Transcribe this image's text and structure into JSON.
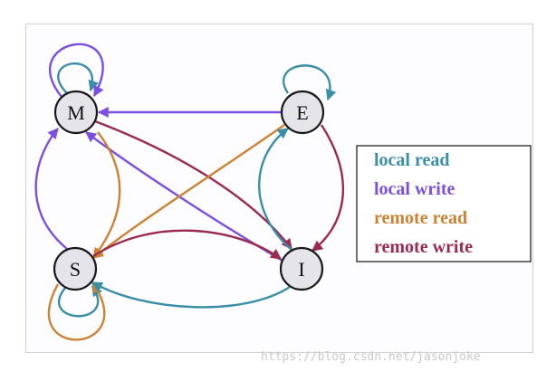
{
  "diagram": {
    "nodes": [
      {
        "id": "M",
        "label": "M"
      },
      {
        "id": "E",
        "label": "E"
      },
      {
        "id": "S",
        "label": "S"
      },
      {
        "id": "I",
        "label": "I"
      }
    ],
    "colors": {
      "local_read": "#3a8ea8",
      "local_write": "#7b4fe0",
      "remote_read": "#cc8233",
      "remote_write": "#9a2a52",
      "node_fill": "#e4e4ea",
      "node_stroke": "#1a1a1a"
    },
    "edges": [
      {
        "from": "M",
        "to": "M",
        "type": "local_read"
      },
      {
        "from": "M",
        "to": "M",
        "type": "local_write"
      },
      {
        "from": "E",
        "to": "E",
        "type": "local_read"
      },
      {
        "from": "S",
        "to": "S",
        "type": "local_read"
      },
      {
        "from": "S",
        "to": "S",
        "type": "remote_read"
      },
      {
        "from": "E",
        "to": "M",
        "type": "local_write"
      },
      {
        "from": "S",
        "to": "M",
        "type": "local_write"
      },
      {
        "from": "I",
        "to": "M",
        "type": "local_write"
      },
      {
        "from": "M",
        "to": "I",
        "type": "remote_write"
      },
      {
        "from": "M",
        "to": "S",
        "type": "remote_read"
      },
      {
        "from": "E",
        "to": "S",
        "type": "remote_read"
      },
      {
        "from": "E",
        "to": "I",
        "type": "remote_write"
      },
      {
        "from": "I",
        "to": "E",
        "type": "local_read"
      },
      {
        "from": "I",
        "to": "S",
        "type": "local_read"
      },
      {
        "from": "S",
        "to": "I",
        "type": "remote_write"
      }
    ]
  },
  "legend": {
    "items": [
      {
        "label": "local read",
        "color": "#3a8ea8"
      },
      {
        "label": "local write",
        "color": "#7b4fe0"
      },
      {
        "label": "remote read",
        "color": "#cc8233"
      },
      {
        "label": "remote write",
        "color": "#9a2a52"
      }
    ]
  },
  "watermark": "https://blog.csdn.net/jasonjoke"
}
